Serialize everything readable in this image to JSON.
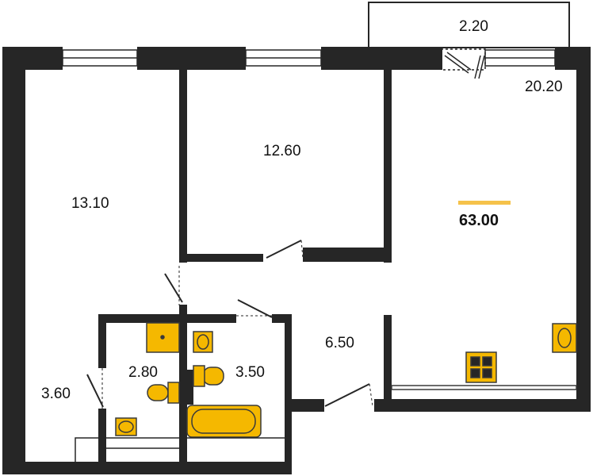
{
  "plan": {
    "total_area": "63.00",
    "rooms": [
      {
        "id": "room-left",
        "area": "13.10"
      },
      {
        "id": "bedroom",
        "area": "12.60"
      },
      {
        "id": "living-kitchen",
        "area": "20.20"
      },
      {
        "id": "balcony",
        "area": "2.20"
      },
      {
        "id": "hallway",
        "area": "6.50"
      },
      {
        "id": "bathroom",
        "area": "2.80"
      },
      {
        "id": "bathroom-2",
        "area": "3.50"
      },
      {
        "id": "corridor-left",
        "area": "3.60"
      }
    ]
  },
  "colors": {
    "wall": "#262626",
    "fixture": "#F5B800",
    "fixture_stroke": "#3a3a3a",
    "accent_bar": "#F5C24A"
  }
}
